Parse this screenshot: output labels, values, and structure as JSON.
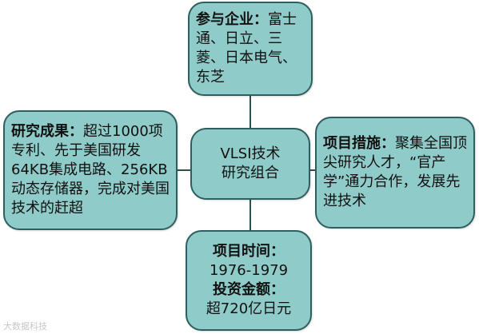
{
  "diagram": {
    "center": {
      "line1": "VLSI技术",
      "line2": "研究组合"
    },
    "top": {
      "label": "参与企业：",
      "text": "富士通、日立、三菱、日本电气、东芝"
    },
    "left": {
      "label": "研究成果：",
      "text": "超过1000项专利、先于美国研发64KB集成电路、256KB动态存储器，完成对美国技术的赶超"
    },
    "right": {
      "label": "项目措施：",
      "text": "聚集全国顶尖研究人才，“官产学”通力合作，发展先进技术"
    },
    "bottom": {
      "label_time": "项目时间：",
      "time": "1976-1979",
      "label_amount": "投资金额：",
      "amount": "超720亿日元"
    }
  },
  "watermark": "大数据科技",
  "colors": {
    "box_fill": "#8fcbc8",
    "box_border": "#2e5f5f",
    "line": "#2f4f4f"
  }
}
